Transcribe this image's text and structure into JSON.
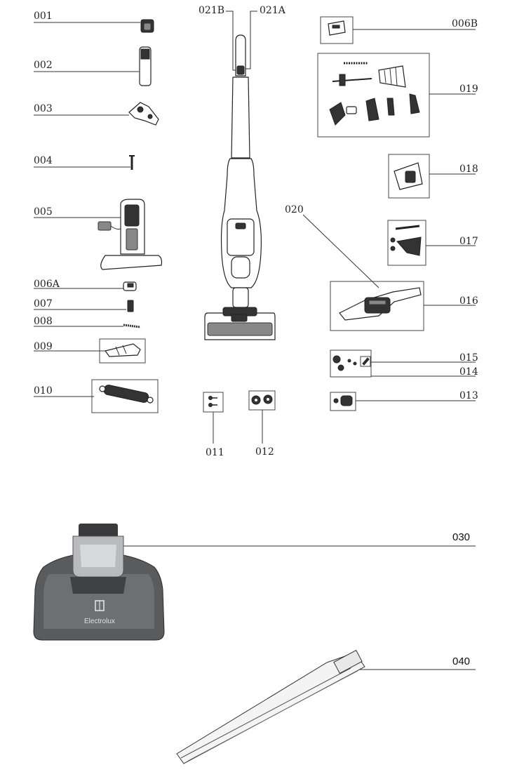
{
  "labels": {
    "p001": "001",
    "p002": "002",
    "p003": "003",
    "p004": "004",
    "p005": "005",
    "p006A": "006A",
    "p007": "007",
    "p008": "008",
    "p009": "009",
    "p010": "010",
    "p011": "011",
    "p012": "012",
    "p013": "013",
    "p014": "014",
    "p015": "015",
    "p016": "016",
    "p017": "017",
    "p018": "018",
    "p019": "019",
    "p020": "020",
    "p021A": "021A",
    "p021B": "021B",
    "p006B": "006B",
    "p030": "030",
    "p040": "040"
  },
  "brand_logo_text": "Electrolux"
}
